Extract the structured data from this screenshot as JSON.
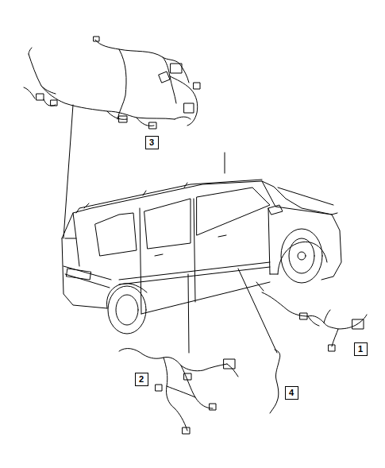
{
  "diagram": {
    "nodes": [
      {
        "text": [
          "3"
        ]
      },
      {
        "text": [
          "1"
        ]
      },
      {
        "text": [
          "2"
        ]
      },
      {
        "text": [
          "4"
        ]
      }
    ]
  }
}
